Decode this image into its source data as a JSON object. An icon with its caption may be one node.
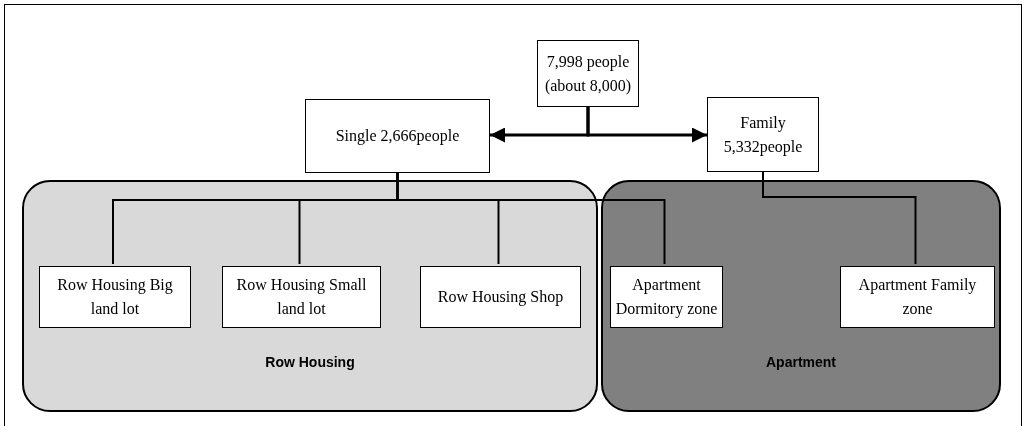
{
  "diagram": {
    "nodes": [
      {
        "text": [
          "7,998 people (about 8,000)"
        ]
      },
      {
        "text": [
          "Single 2,666people"
        ]
      },
      {
        "text": [
          "Family 5,332people"
        ]
      },
      {
        "text": [
          "Row Housing"
        ]
      },
      {
        "text": [
          "Row Housing Big land lot"
        ],
        "in": 3
      },
      {
        "text": [
          "Row Housing Small land lot"
        ],
        "in": 3
      },
      {
        "text": [
          "Row Housing Shop"
        ],
        "in": 3
      },
      {
        "text": [
          "Apartment"
        ]
      },
      {
        "text": [
          "Apartment Dormitory zone"
        ],
        "in": 7
      },
      {
        "text": [
          "Apartment Family zone"
        ],
        "in": 7
      }
    ],
    "edges": [
      {
        "from": 0,
        "to": 1,
        "arrow": "to"
      },
      {
        "from": 0,
        "to": 2,
        "arrow": "to"
      },
      {
        "from": 1,
        "to": 4,
        "arrow": "none"
      },
      {
        "from": 1,
        "to": 5,
        "arrow": "none"
      },
      {
        "from": 1,
        "to": 6,
        "arrow": "none"
      },
      {
        "from": 1,
        "to": 8,
        "arrow": "none"
      },
      {
        "from": 2,
        "to": 9,
        "arrow": "none"
      }
    ]
  }
}
